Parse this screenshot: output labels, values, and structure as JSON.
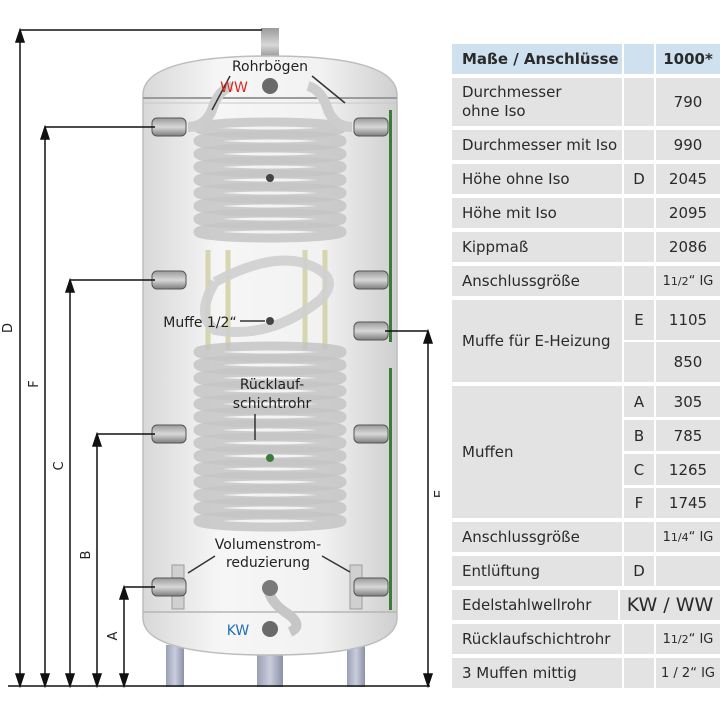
{
  "diagram": {
    "labels": {
      "rohrboegen": "Rohrbögen",
      "ww": "WW",
      "muffe": "Muffe 1/2“",
      "ruecklauf_line1": "Rücklauf-",
      "ruecklauf_line2": "schichtrohr",
      "volumen_line1": "Volumenstrom-",
      "volumen_line2": "reduzierung",
      "kw": "KW"
    },
    "dimensions": [
      "D",
      "F",
      "C",
      "B",
      "A",
      "E"
    ],
    "colors": {
      "ww": "#d62b1f",
      "kw": "#1f6fb8",
      "tank": "#eeeeee",
      "coil": "#cfcfcf"
    }
  },
  "spec": {
    "header": {
      "label": "Maße / Anschlüsse",
      "value": "1000*"
    },
    "rows": [
      {
        "label_line1": "Durchmesser",
        "label_line2": "ohne Iso",
        "letter": "",
        "value": "790"
      },
      {
        "label": "Durchmesser mit Iso",
        "letter": "",
        "value": "990"
      },
      {
        "label": "Höhe ohne Iso",
        "letter": "D",
        "value": "2045"
      },
      {
        "label": "Höhe mit Iso",
        "letter": "",
        "value": "2095"
      },
      {
        "label": "Kippmaß",
        "letter": "",
        "value": "2086"
      },
      {
        "label": "Anschlussgröße",
        "letter": "",
        "value_main": "1",
        "value_frac": "1/2",
        "value_suffix": "“ IG"
      },
      {
        "label": "Muffe für E-Heizung",
        "sub": [
          {
            "letter": "E",
            "value": "1105"
          },
          {
            "letter": "",
            "value": "850"
          }
        ]
      },
      {
        "label": "Muffen",
        "sub": [
          {
            "letter": "A",
            "value": "305"
          },
          {
            "letter": "B",
            "value": "785"
          },
          {
            "letter": "C",
            "value": "1265"
          },
          {
            "letter": "F",
            "value": "1745"
          }
        ]
      },
      {
        "label": "Anschlussgröße",
        "letter": "",
        "value_main": "1",
        "value_frac": "1/4",
        "value_suffix": "“ IG"
      },
      {
        "label": "Entlüftung",
        "letter": "D",
        "value": ""
      },
      {
        "label": "Edelstahlwellrohr",
        "letter": "",
        "value": "KW / WW"
      },
      {
        "label": "Rücklaufschichtrohr",
        "letter": "",
        "value_main": "1",
        "value_frac": "1/2",
        "value_suffix": "“ IG"
      },
      {
        "label": "3 Muffen mittig",
        "letter": "",
        "value": "1 / 2“ IG"
      }
    ]
  }
}
